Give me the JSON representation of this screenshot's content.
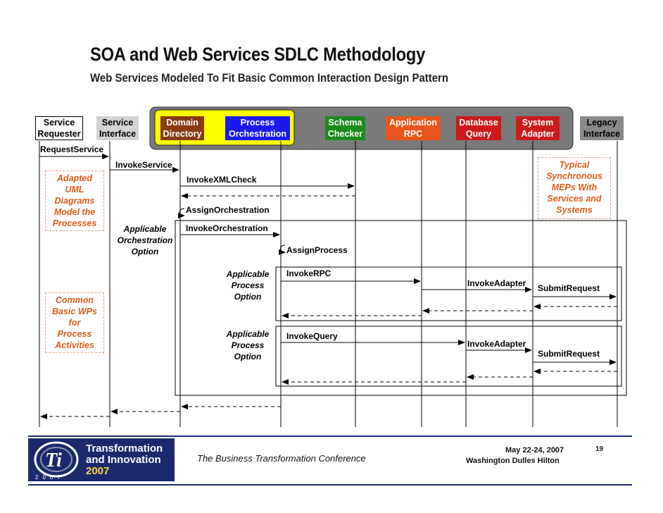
{
  "title": "SOA and Web Services SDLC Methodology",
  "subtitle": "Web Services Modeled To Fit Basic Common Interaction Design Pattern",
  "lanes": [
    {
      "line1": "Service",
      "line2": "Requester",
      "bg": "#ffffff",
      "color": "#000000"
    },
    {
      "line1": "Service",
      "line2": "Interface",
      "bg": "#d3d3d3",
      "color": "#000000"
    },
    {
      "line1": "Domain",
      "line2": "Directory",
      "bg": "#8b3a0f",
      "color": "#ffffff"
    },
    {
      "line1": "Process",
      "line2": "Orchestration",
      "bg": "#1a1aee",
      "color": "#ffffff"
    },
    {
      "line1": "Schema",
      "line2": "Checker",
      "bg": "#1b8a1b",
      "color": "#ffffff"
    },
    {
      "line1": "Application",
      "line2": "RPC",
      "bg": "#e8561c",
      "color": "#ffffff"
    },
    {
      "line1": "Database",
      "line2": "Query",
      "bg": "#cc1a1a",
      "color": "#ffffff"
    },
    {
      "line1": "System",
      "line2": "Adapter",
      "bg": "#cc1a1a",
      "color": "#ffffff"
    },
    {
      "line1": "Legacy",
      "line2": "Interface",
      "bg": "#8a8a8a",
      "color": "#000000"
    }
  ],
  "messages": {
    "request_service": "RequestService",
    "invoke_service": "InvokeService",
    "invoke_xml_check": "InvokeXMLCheck",
    "assign_orchestration": "AssignOrchestration",
    "invoke_orchestration": "InvokeOrchestration",
    "assign_process": "AssignProcess",
    "invoke_rpc": "InvokeRPC",
    "invoke_adapter_1": "InvokeAdapter",
    "submit_request_1": "SubmitRequest",
    "invoke_query": "InvokeQuery",
    "invoke_adapter_2": "InvokeAdapter",
    "submit_request_2": "SubmitRequest"
  },
  "options": {
    "orchestration": [
      "Applicable",
      "Orchestration",
      "Option"
    ],
    "process_1": [
      "Applicable",
      "Process",
      "Option"
    ],
    "process_2": [
      "Applicable",
      "Process",
      "Option"
    ]
  },
  "notes": {
    "adapted_uml": [
      "Adapted",
      "UML",
      "Diagrams",
      "Model the",
      "Processes"
    ],
    "common_wps": [
      "Common",
      "Basic WPs",
      "for",
      "Process",
      "Activities"
    ],
    "typical_meps": [
      "Typical",
      "Synchronous",
      "MEPs With",
      "Services and",
      "Systems"
    ]
  },
  "footer": {
    "logo_line1": "Transformation",
    "logo_line2": "and Innovation",
    "logo_year": "2007",
    "conference": "The Business Transformation Conference",
    "date": "May 22-24, 2007",
    "location": "Washington Dulles Hilton",
    "page": "19"
  },
  "colors": {
    "group_box": "#7a7a7a",
    "highlight": "#ffff00",
    "note_text": "#e05a1a",
    "footer_rule": "#1a2a6c"
  }
}
